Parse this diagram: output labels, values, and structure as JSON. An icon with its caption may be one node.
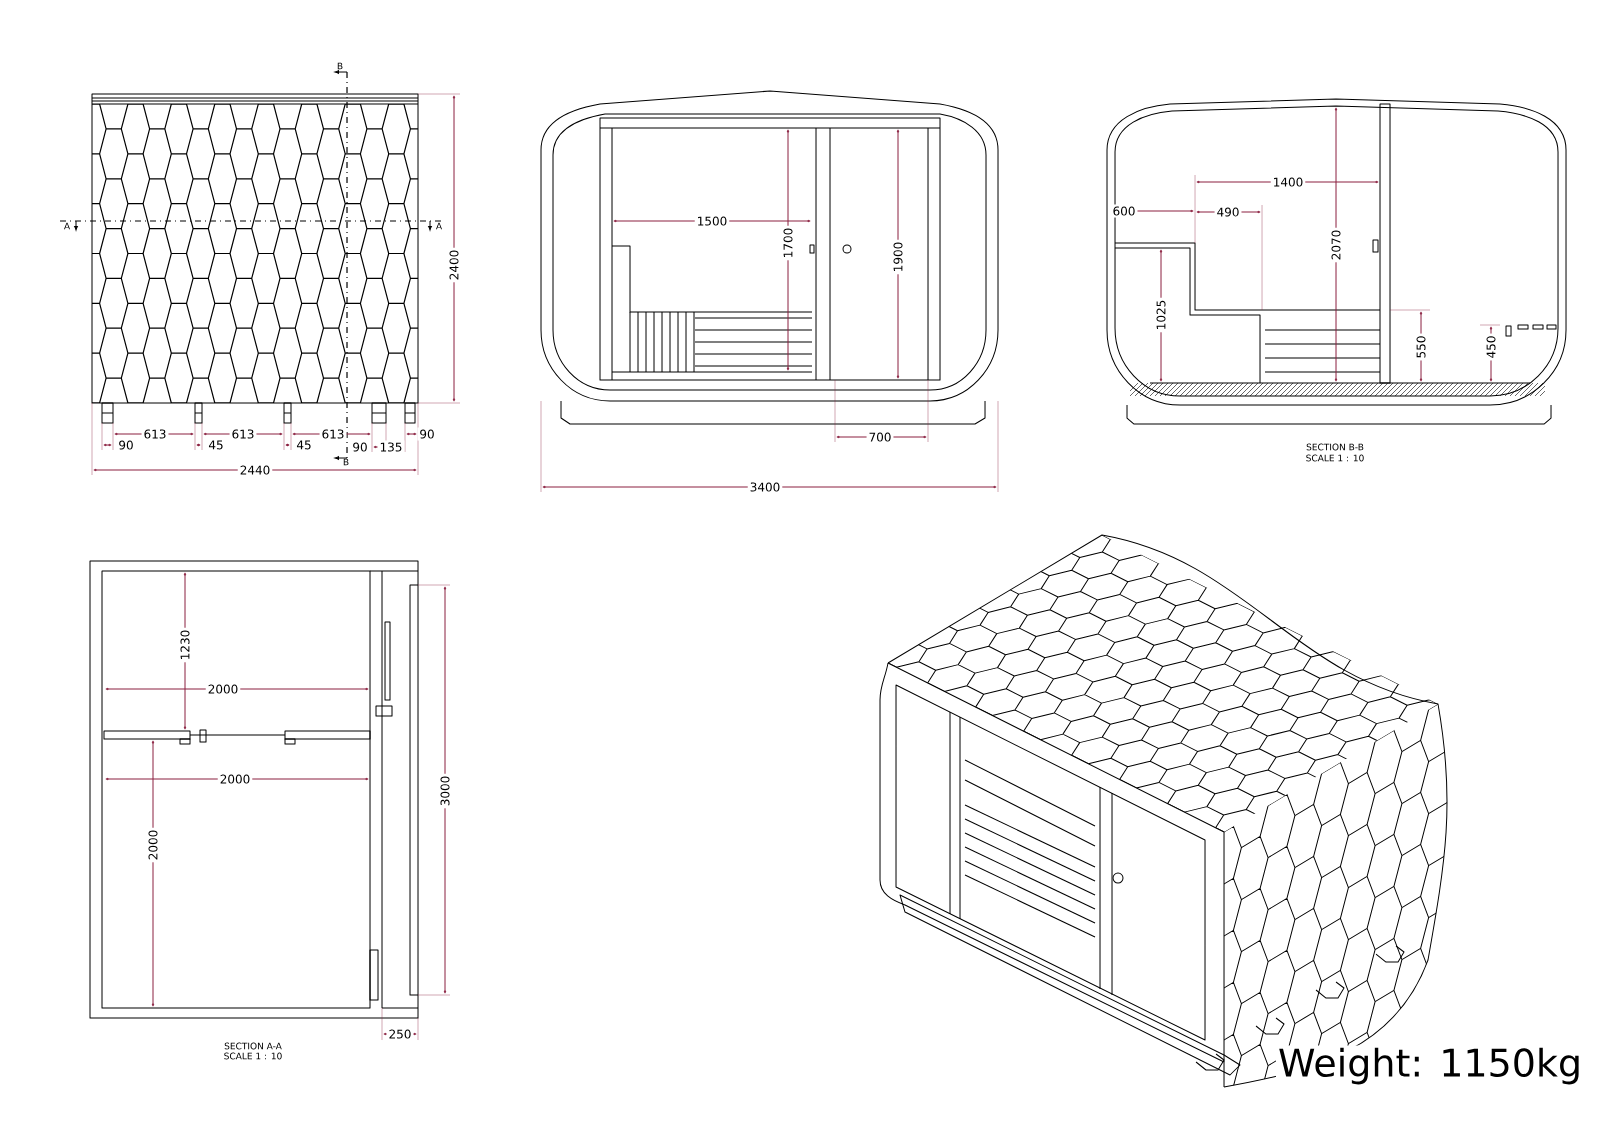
{
  "diagram": {
    "labels": [
      "B",
      "A",
      "A",
      "2400",
      "613",
      "613",
      "613",
      "90",
      "90",
      "45",
      "45",
      "90",
      "135",
      "B",
      "2440",
      "1500",
      "1700",
      "1900",
      "700",
      "3400",
      "1400",
      "600",
      "490",
      "2070",
      "1025",
      "550",
      "450",
      "SECTION B-B",
      "SCALE 1 : 10",
      "1230",
      "2000",
      "2000",
      "2000",
      "3000",
      "250",
      "SECTION A-A",
      "SCALE 1 : 10",
      "Weight: 1150kg"
    ]
  }
}
